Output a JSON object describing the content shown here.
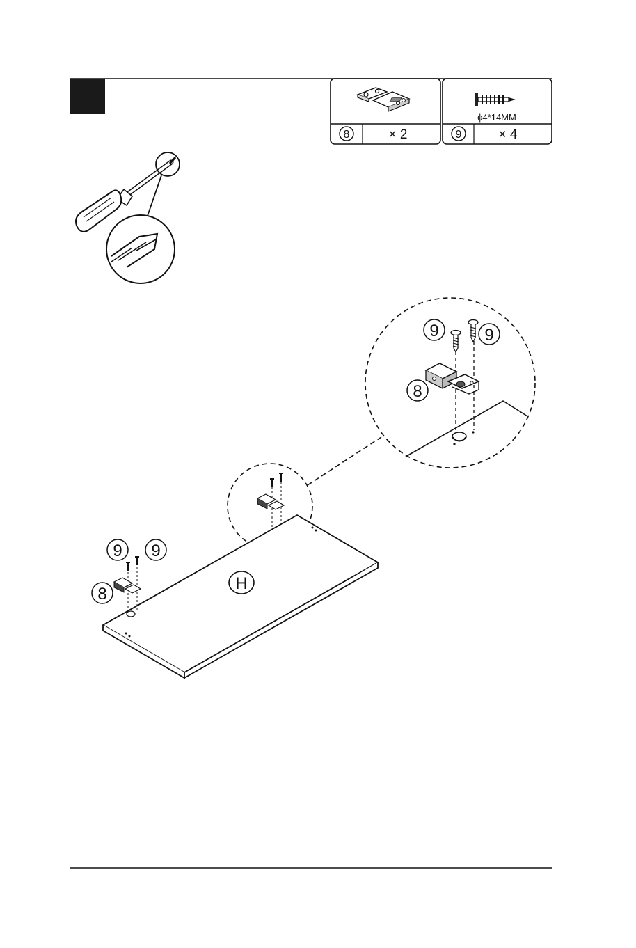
{
  "step": {
    "number": ""
  },
  "parts": [
    {
      "id": "8",
      "quantity": "× 2",
      "spec": "",
      "icon": "hinge-icon"
    },
    {
      "id": "9",
      "quantity": "× 4",
      "spec": "ϕ4*14MM",
      "icon": "screw-icon"
    }
  ],
  "tool": {
    "icon": "phillips-screwdriver-icon"
  },
  "diagram": {
    "panel_label": "H",
    "callouts": {
      "hinge": "8",
      "screw": "9"
    }
  },
  "colors": {
    "ink": "#111111",
    "step_box": "#1a1a1a",
    "panel_edge": "#e8e8e8"
  }
}
